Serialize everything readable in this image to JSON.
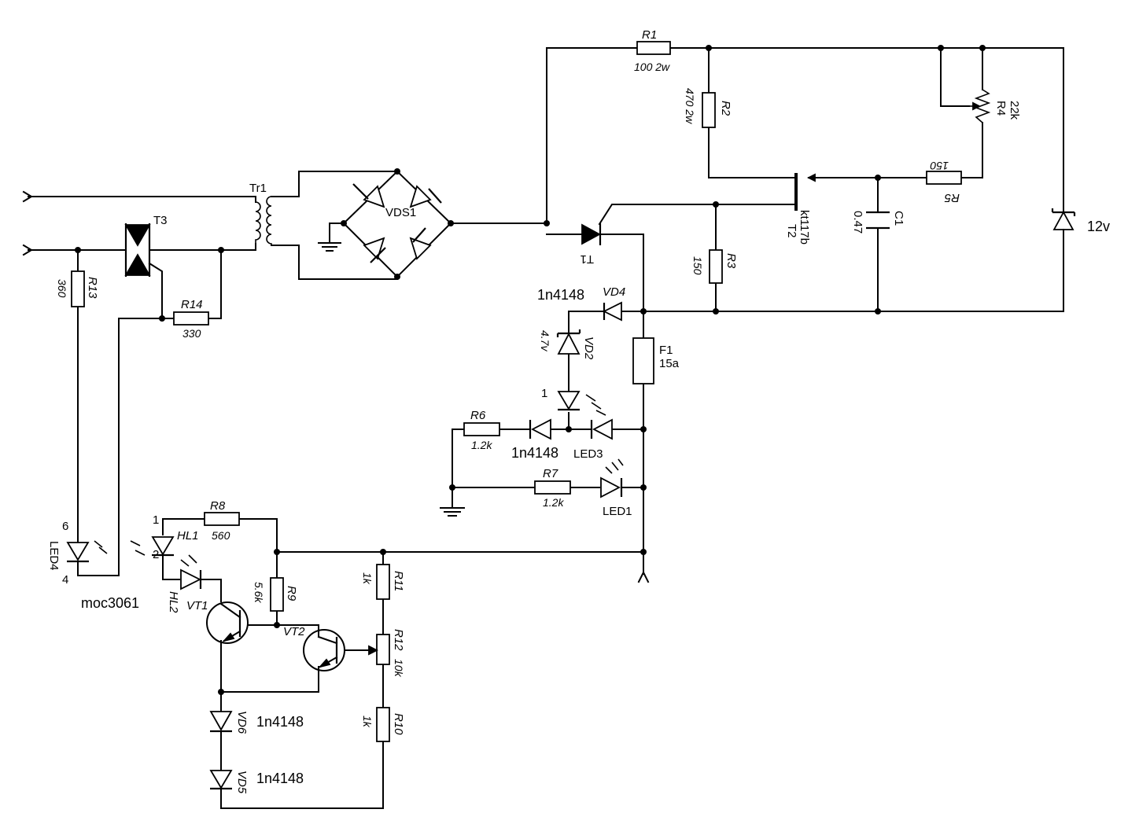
{
  "components": {
    "r1": {
      "ref": "R1",
      "value": "100 2w"
    },
    "r2": {
      "ref": "R2",
      "value": "470 2w"
    },
    "r3": {
      "ref": "R3",
      "value": "150"
    },
    "r4": {
      "ref": "R4",
      "value": "22k"
    },
    "r5": {
      "ref": "R5",
      "value": "150"
    },
    "r6": {
      "ref": "R6",
      "value": "1.2k"
    },
    "r7": {
      "ref": "R7",
      "value": "1.2k"
    },
    "r8": {
      "ref": "R8",
      "value": "560"
    },
    "r9": {
      "ref": "R9",
      "value": "5.6k"
    },
    "r10": {
      "ref": "R10",
      "value": "1k"
    },
    "r11": {
      "ref": "R11",
      "value": "1k"
    },
    "r12": {
      "ref": "R12",
      "value": "10k"
    },
    "r13": {
      "ref": "R13",
      "value": "360"
    },
    "r14": {
      "ref": "R14",
      "value": "330"
    },
    "c1": {
      "ref": "C1",
      "value": "0.47"
    },
    "t1": {
      "ref": "T1"
    },
    "t2": {
      "ref": "T2",
      "value": "kt117b"
    },
    "t3": {
      "ref": "T3"
    },
    "tr1": {
      "ref": "Tr1"
    },
    "vds1": {
      "ref": "VDS1"
    },
    "vd2": {
      "ref": "VD2",
      "value": "4.7v"
    },
    "vd4": {
      "ref": "VD4",
      "value": "1n4148"
    },
    "vd5": {
      "ref": "VD5",
      "value": "1n4148"
    },
    "vd6": {
      "ref": "VD6",
      "value": "1n4148"
    },
    "d_led3": {
      "value": "1n4148"
    },
    "led1": {
      "ref": "LED1"
    },
    "led3": {
      "ref": "LED3"
    },
    "led4": {
      "ref": "LED4",
      "pin_a": "6",
      "pin_k": "4",
      "part": "moc3061"
    },
    "led_pin1": {
      "value": "1"
    },
    "hl1": {
      "ref": "HL1",
      "pin_top": "1",
      "pin_bottom": "2"
    },
    "hl2": {
      "ref": "HL2"
    },
    "vt1": {
      "ref": "VT1"
    },
    "vt2": {
      "ref": "VT2"
    },
    "f1": {
      "ref": "F1",
      "value": "15a"
    },
    "zener12": {
      "value": "12v"
    }
  }
}
